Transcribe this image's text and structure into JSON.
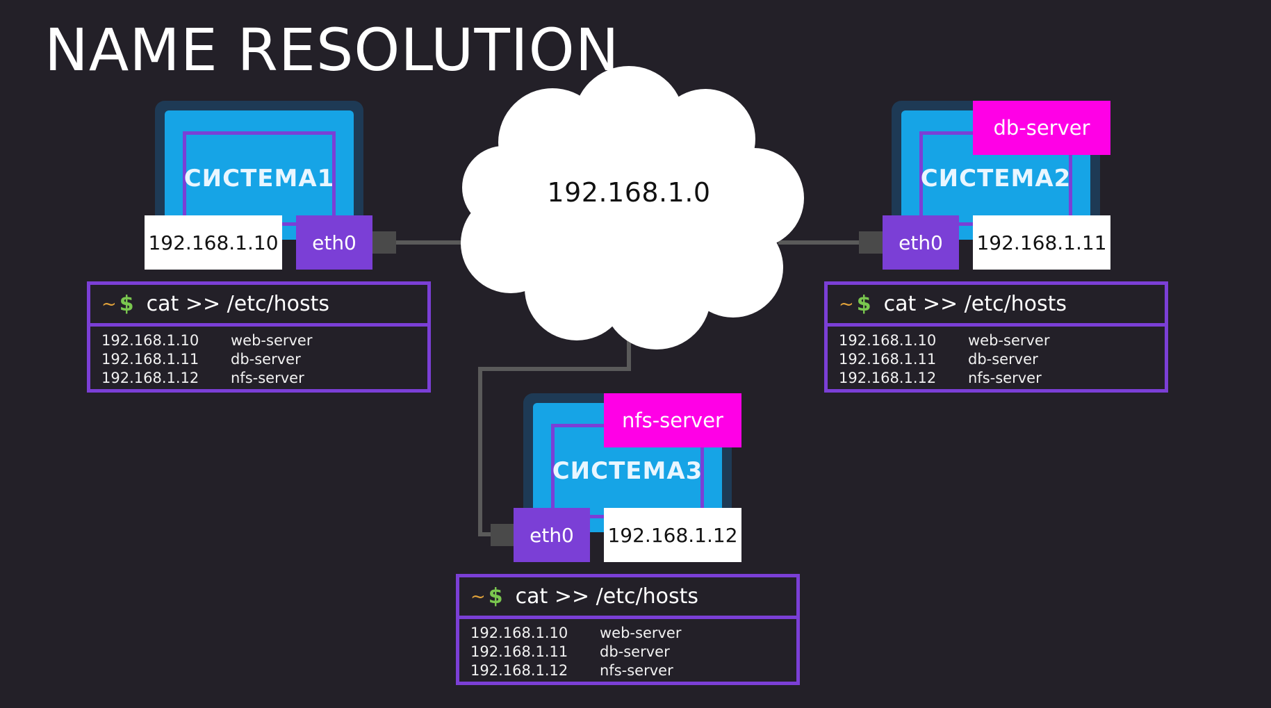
{
  "title": "NAME RESOLUTION",
  "network": {
    "label": "192.168.1.0"
  },
  "systems": [
    {
      "name": "СИСТЕМА1",
      "ip": "192.168.1.10",
      "iface": "eth0",
      "tag": "",
      "terminal": {
        "prompt": "~",
        "dollar": "$",
        "command": "cat  >>  /etc/hosts",
        "rows": [
          {
            "ip": "192.168.1.10",
            "host": "web-server"
          },
          {
            "ip": "192.168.1.11",
            "host": "db-server"
          },
          {
            "ip": "192.168.1.12",
            "host": "nfs-server"
          }
        ]
      }
    },
    {
      "name": "СИСТЕМА2",
      "ip": "192.168.1.11",
      "iface": "eth0",
      "tag": "db-server",
      "terminal": {
        "prompt": "~",
        "dollar": "$",
        "command": "cat  >>  /etc/hosts",
        "rows": [
          {
            "ip": "192.168.1.10",
            "host": "web-server"
          },
          {
            "ip": "192.168.1.11",
            "host": "db-server"
          },
          {
            "ip": "192.168.1.12",
            "host": "nfs-server"
          }
        ]
      }
    },
    {
      "name": "СИСТЕМА3",
      "ip": "192.168.1.12",
      "iface": "eth0",
      "tag": "nfs-server",
      "terminal": {
        "prompt": "~",
        "dollar": "$",
        "command": "cat  >>  /etc/hosts",
        "rows": [
          {
            "ip": "192.168.1.10",
            "host": "web-server"
          },
          {
            "ip": "192.168.1.11",
            "host": "db-server"
          },
          {
            "ip": "192.168.1.12",
            "host": "nfs-server"
          }
        ]
      }
    }
  ],
  "colors": {
    "background": "#232028",
    "screen": "#16a4e6",
    "accent": "#7b3fd6",
    "tag": "#ff00e6",
    "wire": "#5a5a5a"
  }
}
